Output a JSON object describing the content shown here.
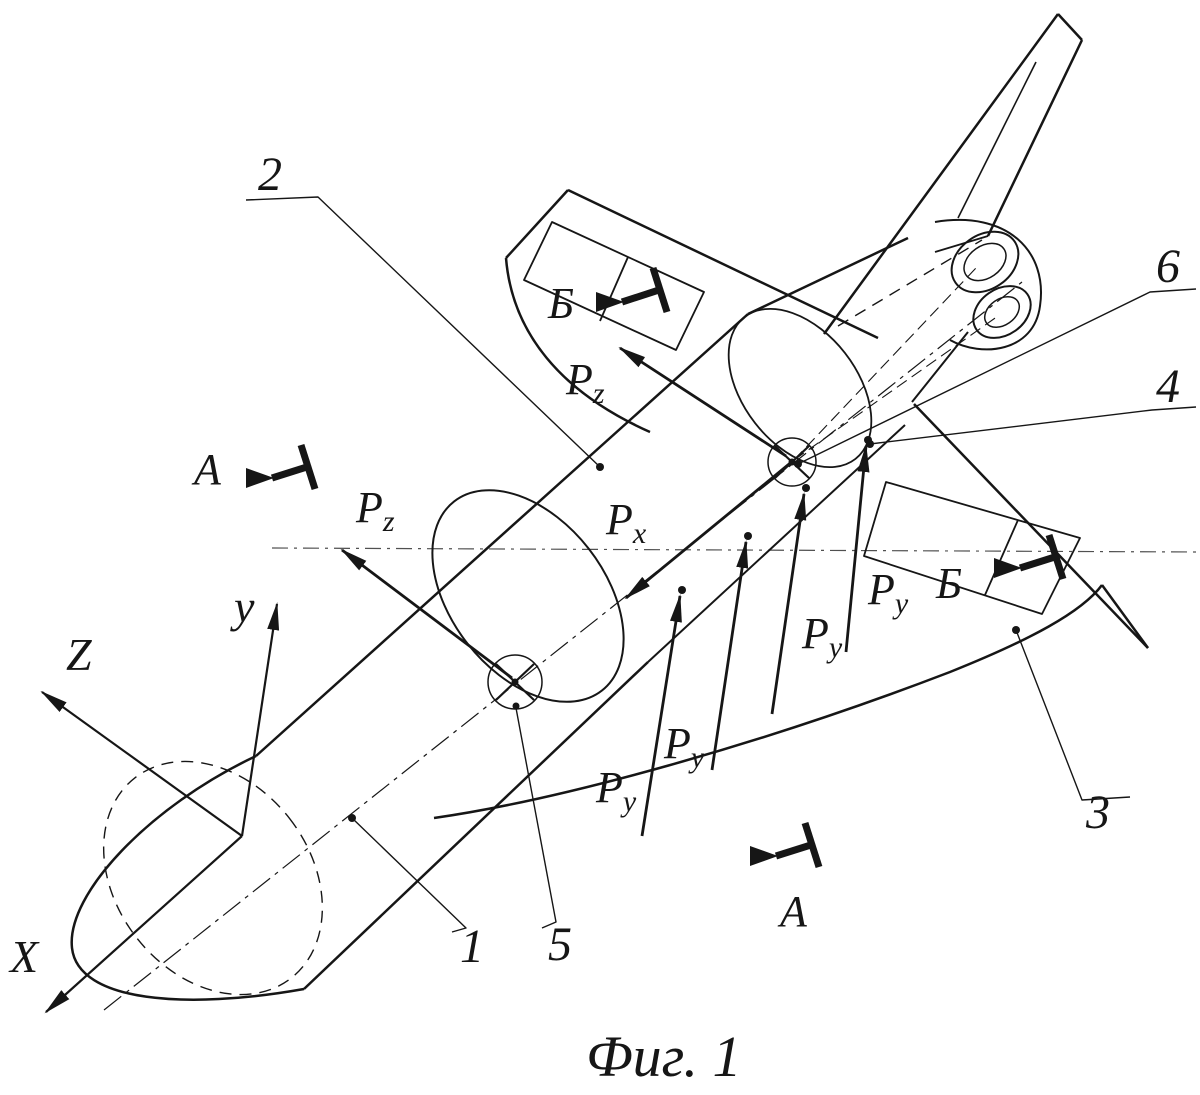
{
  "figure": {
    "caption": "Фиг. 1",
    "parts": {
      "p1": "1",
      "p2": "2",
      "p3": "3",
      "p4": "4",
      "p5": "5",
      "p6": "6"
    },
    "axes": {
      "x": "X",
      "y": "y",
      "z": "Z"
    },
    "sections": {
      "a": "А",
      "b": "Б"
    },
    "forces": {
      "symbol": "P",
      "sub_x": "x",
      "sub_y": "y",
      "sub_z": "z"
    },
    "colors": {
      "ink": "#161616",
      "paper": "#ffffff"
    }
  }
}
